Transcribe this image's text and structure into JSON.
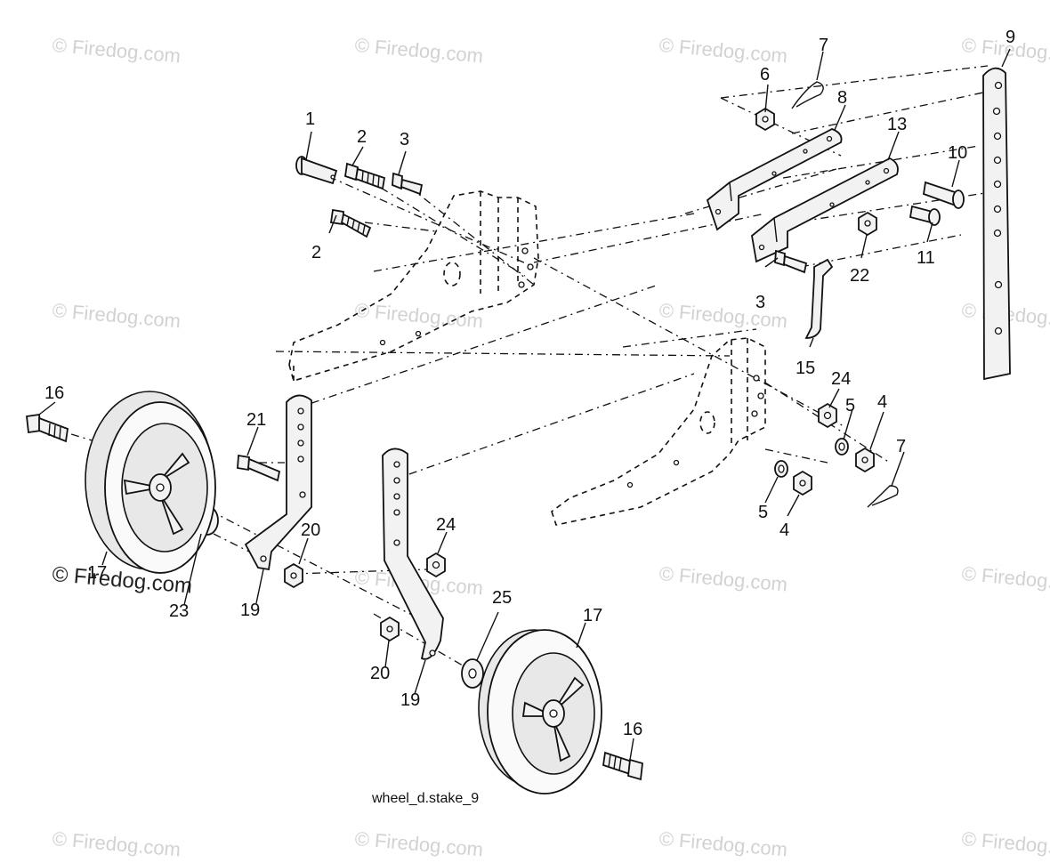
{
  "caption": "wheel_d.stake_9",
  "watermark": "© Firedog.com",
  "callouts": [
    "1",
    "2",
    "2",
    "3",
    "3",
    "4",
    "4",
    "5",
    "5",
    "6",
    "7",
    "7",
    "8",
    "9",
    "10",
    "11",
    "13",
    "15",
    "16",
    "16",
    "17",
    "17",
    "19",
    "19",
    "20",
    "20",
    "21",
    "22",
    "23",
    "24",
    "24",
    "25"
  ]
}
